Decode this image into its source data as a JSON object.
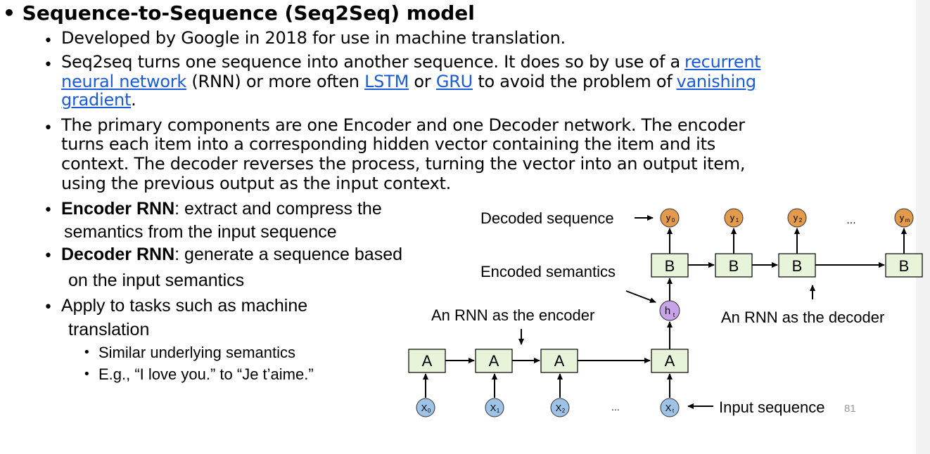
{
  "title": "Sequence-to-Sequence (Seq2Seq) model",
  "bullets": {
    "b1": "Developed by Google in 2018 for use in machine translation.",
    "b2": {
      "l1_text": "Seq2seq turns one sequence into another sequence. It does so by use of a",
      "l1_link": "recurrent",
      "l2_link": "neural network",
      "l2_text_a": " (RNN) or more often ",
      "l2_link_lstm": "LSTM",
      "l2_text_b": " or ",
      "l2_link_gru": "GRU",
      "l2_text_c": " to avoid the problem of",
      "l2_link_vanishing": "vanishing",
      "l3_link": "gradient",
      "l3_text": "."
    },
    "b3": [
      "The primary components are one Encoder and one Decoder network. The encoder",
      "turns each item into a corresponding hidden vector containing the item and its",
      "context. The decoder reverses the process, turning the vector into an output item,",
      "using the previous output as the input context."
    ],
    "b4": {
      "bold": "Encoder RNN",
      "rest": ": extract and compress the",
      "l2": "semantics from the input sequence"
    },
    "b5": {
      "bold": "Decoder RNN",
      "rest": ": generate a sequence based",
      "l2": "on the input semantics"
    },
    "b6": {
      "l1": "Apply to tasks such as machine",
      "l2": "translation"
    },
    "sub": [
      "Similar underlying semantics",
      "E.g., “I love you.” to “Je t’aime.”"
    ]
  },
  "diagram": {
    "decoded_label": "Decoded sequence",
    "encoded_label": "Encoded semantics",
    "encoder_label": "An RNN as the encoder",
    "decoder_label": "An RNN as the decoder",
    "input_label": "Input sequence",
    "encoder_cell": "A",
    "decoder_cell": "B",
    "hidden": "h",
    "hidden_sub": "t",
    "ellipsis": "...",
    "outputs": [
      {
        "base": "y",
        "sub": "0"
      },
      {
        "base": "y",
        "sub": "1"
      },
      {
        "base": "y",
        "sub": "2"
      },
      {
        "base": "y",
        "sub": "m"
      }
    ],
    "inputs": [
      {
        "base": "X",
        "sub": "0"
      },
      {
        "base": "X",
        "sub": "1"
      },
      {
        "base": "X",
        "sub": "2"
      },
      {
        "base": "X",
        "sub": "t"
      }
    ],
    "colors": {
      "cell_fill": "#e8f4d9",
      "output_node": "#e39a4a",
      "input_node": "#9ec3e6",
      "hidden_node": "#c9a3e8"
    }
  },
  "page_number": "81"
}
